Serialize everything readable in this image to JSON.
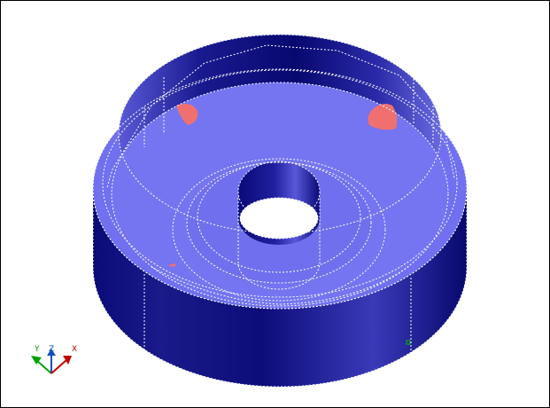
{
  "viewport": {
    "background": "#ffffff",
    "border_color": "#000000"
  },
  "model": {
    "top_face_color": "#7070f0",
    "side_dark_color": "#0a0a78",
    "side_light_color": "#6a6ae8",
    "hidden_edge_color": "#ffffff",
    "highlight_color": "#f07070",
    "grip_color": "#00c000"
  },
  "ucs_icon": {
    "y_label": "Y",
    "z_label": "Z",
    "x_label": "X",
    "y_color": "#00a000",
    "z_color": "#1050c0",
    "x_color": "#c00000"
  }
}
